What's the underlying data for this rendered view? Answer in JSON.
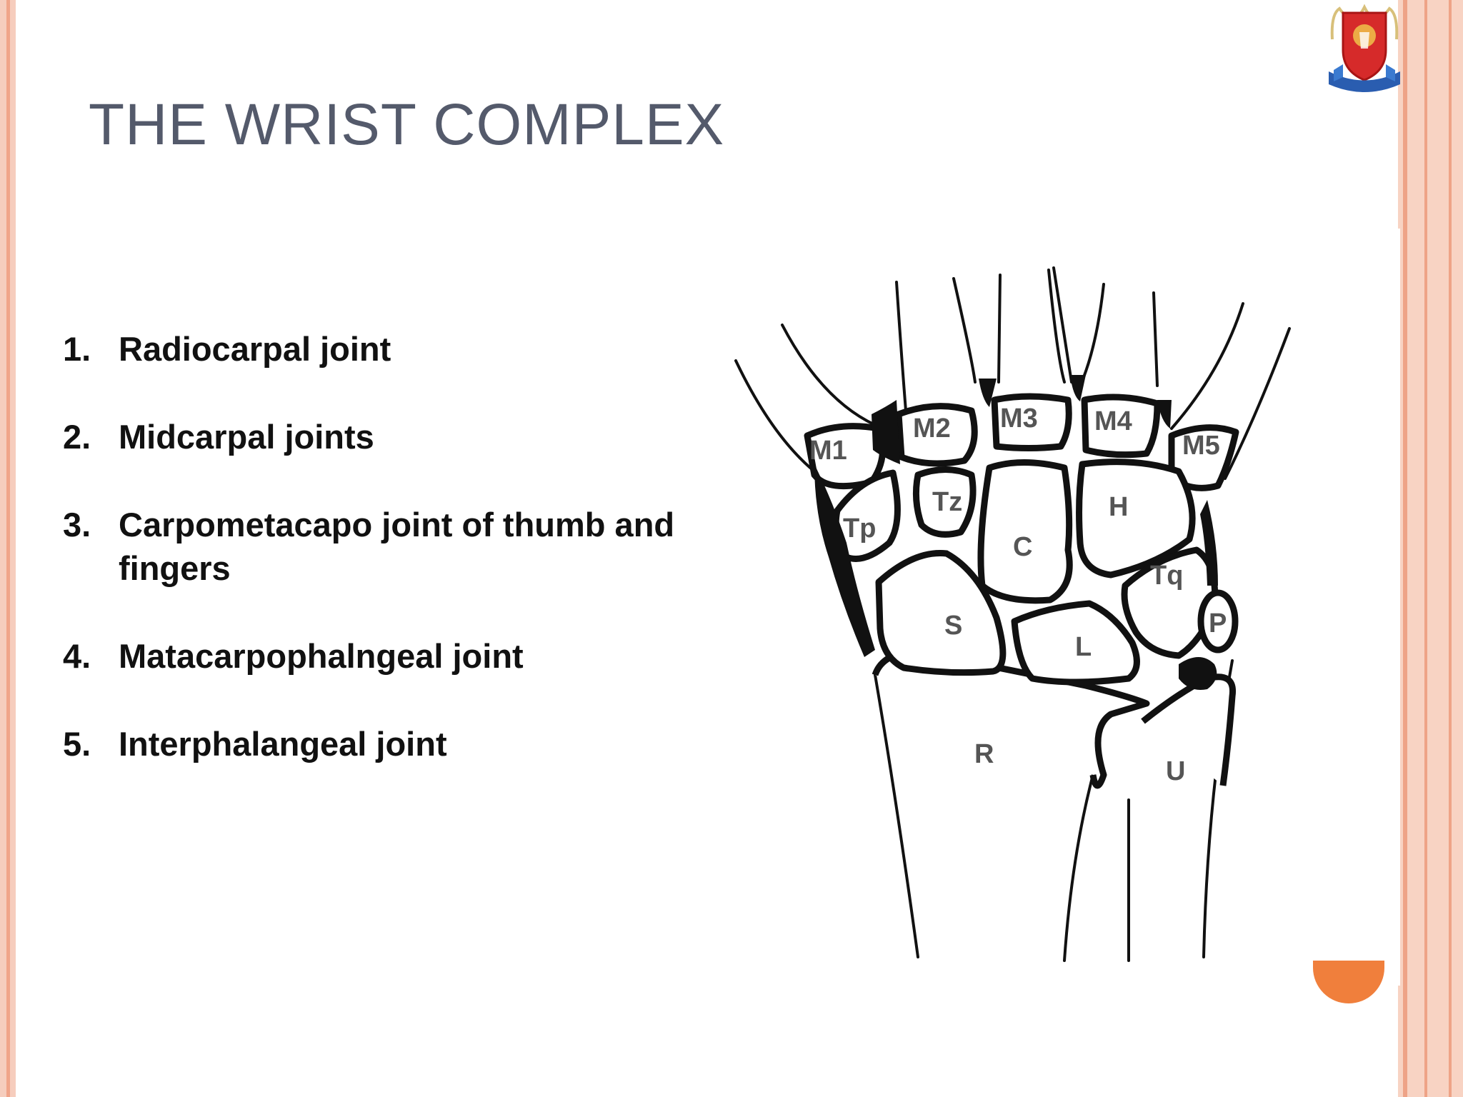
{
  "slide": {
    "title": "THE WRIST COMPLEX",
    "accent_color": "#f07f3c",
    "border_color": "#f6cdbd"
  },
  "joints": [
    {
      "number": "1.",
      "label": "Radiocarpal joint"
    },
    {
      "number": "2.",
      "label": "Midcarpal joints"
    },
    {
      "number": "3.",
      "label": "Carpometacapo joint of thumb and fingers"
    },
    {
      "number": "4.",
      "label": "Matacarpophalngeal joint"
    },
    {
      "number": "5.",
      "label": "Interphalangeal joint"
    }
  ],
  "diagram": {
    "labels": {
      "m1": "M1",
      "m2": "M2",
      "m3": "M3",
      "m4": "M4",
      "m5": "M5",
      "tz": "Tz",
      "tp": "Tp",
      "c": "C",
      "h": "H",
      "tq": "Tq",
      "s": "S",
      "l": "L",
      "p": "P",
      "r": "R",
      "u": "U"
    }
  },
  "logo": {
    "icon": "university-crest-icon"
  }
}
